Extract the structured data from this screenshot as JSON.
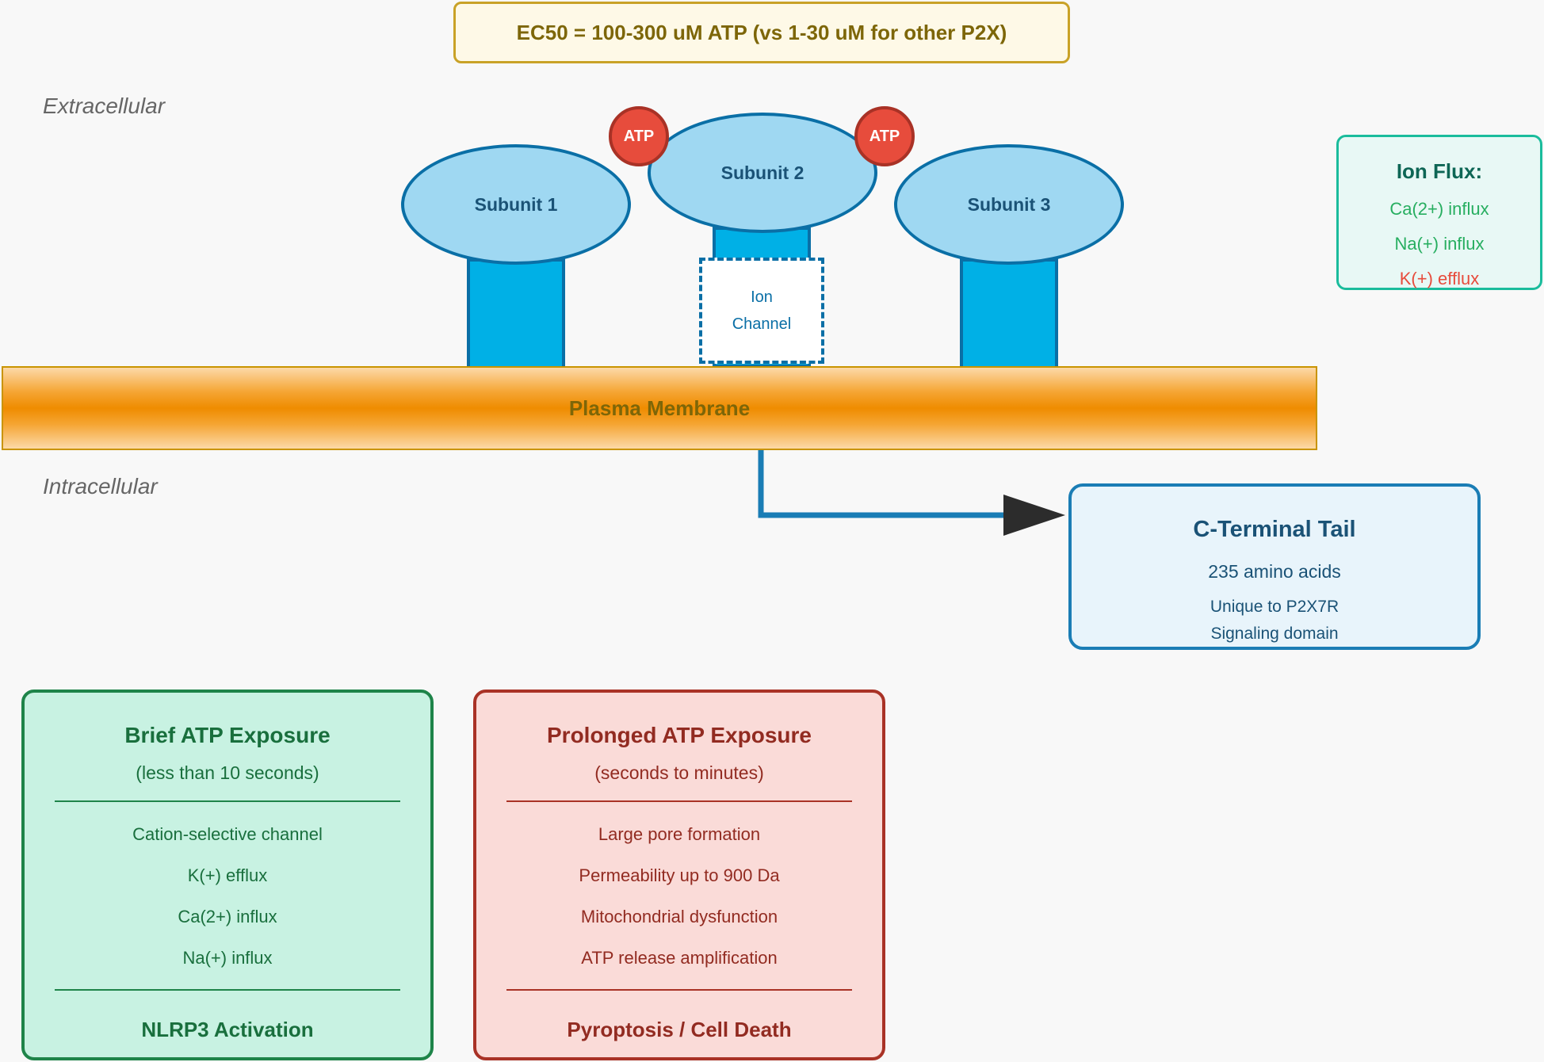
{
  "ec50_banner": "EC50 = 100-300 uM ATP (vs 1-30 uM for other P2X)",
  "regions": {
    "extracellular": "Extracellular",
    "intracellular": "Intracellular"
  },
  "subunits": [
    "Subunit 1",
    "Subunit 2",
    "Subunit 3"
  ],
  "atp_label": "ATP",
  "ion_channel": {
    "line1": "Ion",
    "line2": "Channel"
  },
  "membrane_label": "Plasma Membrane",
  "ion_flux": {
    "title": "Ion Flux:",
    "items": [
      {
        "text": "Ca(2+) influx",
        "color": "#27ae60"
      },
      {
        "text": "Na(+) influx",
        "color": "#27ae60"
      },
      {
        "text": "K(+) efflux",
        "color": "#e74c3c"
      }
    ]
  },
  "c_terminal": {
    "title": "C-Terminal Tail",
    "size": "235 amino acids",
    "line1": "Unique to P2X7R",
    "line2": "Signaling domain"
  },
  "brief": {
    "title": "Brief ATP Exposure",
    "subtitle": "(less than 10 seconds)",
    "items": [
      "Cation-selective channel",
      "K(+) efflux",
      "Ca(2+) influx",
      "Na(+) influx"
    ],
    "outcome": "NLRP3 Activation"
  },
  "prolonged": {
    "title": "Prolonged ATP Exposure",
    "subtitle": "(seconds to minutes)",
    "items": [
      "Large pore formation",
      "Permeability up to 900 Da",
      "Mitochondrial dysfunction",
      "ATP release amplification"
    ],
    "outcome": "Pyroptosis / Cell Death"
  },
  "colors": {
    "membrane": "#ef8c00",
    "subunit_fill": "#9fd8f2",
    "stalk": "#00b0e6",
    "atp": "#e74c3c",
    "arrow": "#1a7db5"
  }
}
